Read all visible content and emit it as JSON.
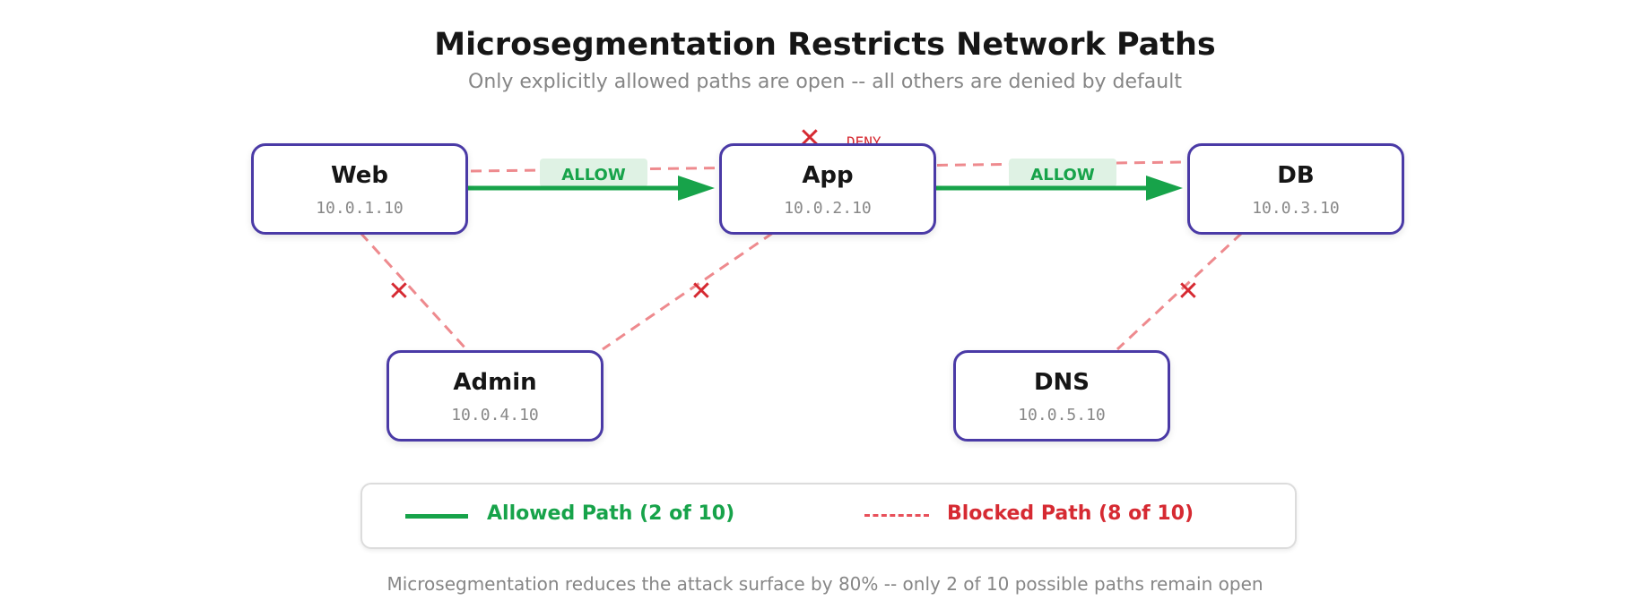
{
  "title": "Microsegmentation Restricts Network Paths",
  "subtitle": "Only explicitly allowed paths are open -- all others are denied by default",
  "colors": {
    "node_border": "#4a3aa6",
    "allow": "#17a34a",
    "allow_label_bg": "#dff2e4",
    "blocked_line": "#ee8a8e",
    "blocked_mark": "#d62a32"
  },
  "nodes": {
    "web": {
      "name": "Web",
      "ip": "10.0.1.10"
    },
    "app": {
      "name": "App",
      "ip": "10.0.2.10"
    },
    "db": {
      "name": "DB",
      "ip": "10.0.3.10"
    },
    "admin": {
      "name": "Admin",
      "ip": "10.0.4.10"
    },
    "dns": {
      "name": "DNS",
      "ip": "10.0.5.10"
    }
  },
  "edges": {
    "allowed": [
      {
        "from": "Web",
        "to": "App",
        "label": "ALLOW"
      },
      {
        "from": "App",
        "to": "DB",
        "label": "ALLOW"
      }
    ],
    "blocked": [
      {
        "from": "Web",
        "to": "DB",
        "label": "DENY"
      },
      {
        "from": "Web",
        "to": "Admin"
      },
      {
        "from": "App",
        "to": "Admin"
      },
      {
        "from": "DB",
        "to": "DNS"
      }
    ],
    "blocked_marker": "✕"
  },
  "legend": {
    "allowed": "Allowed Path (2 of 10)",
    "blocked": "Blocked Path (8 of 10)"
  },
  "footer": "Microsegmentation reduces the attack surface by 80% -- only 2 of 10 possible paths remain open"
}
